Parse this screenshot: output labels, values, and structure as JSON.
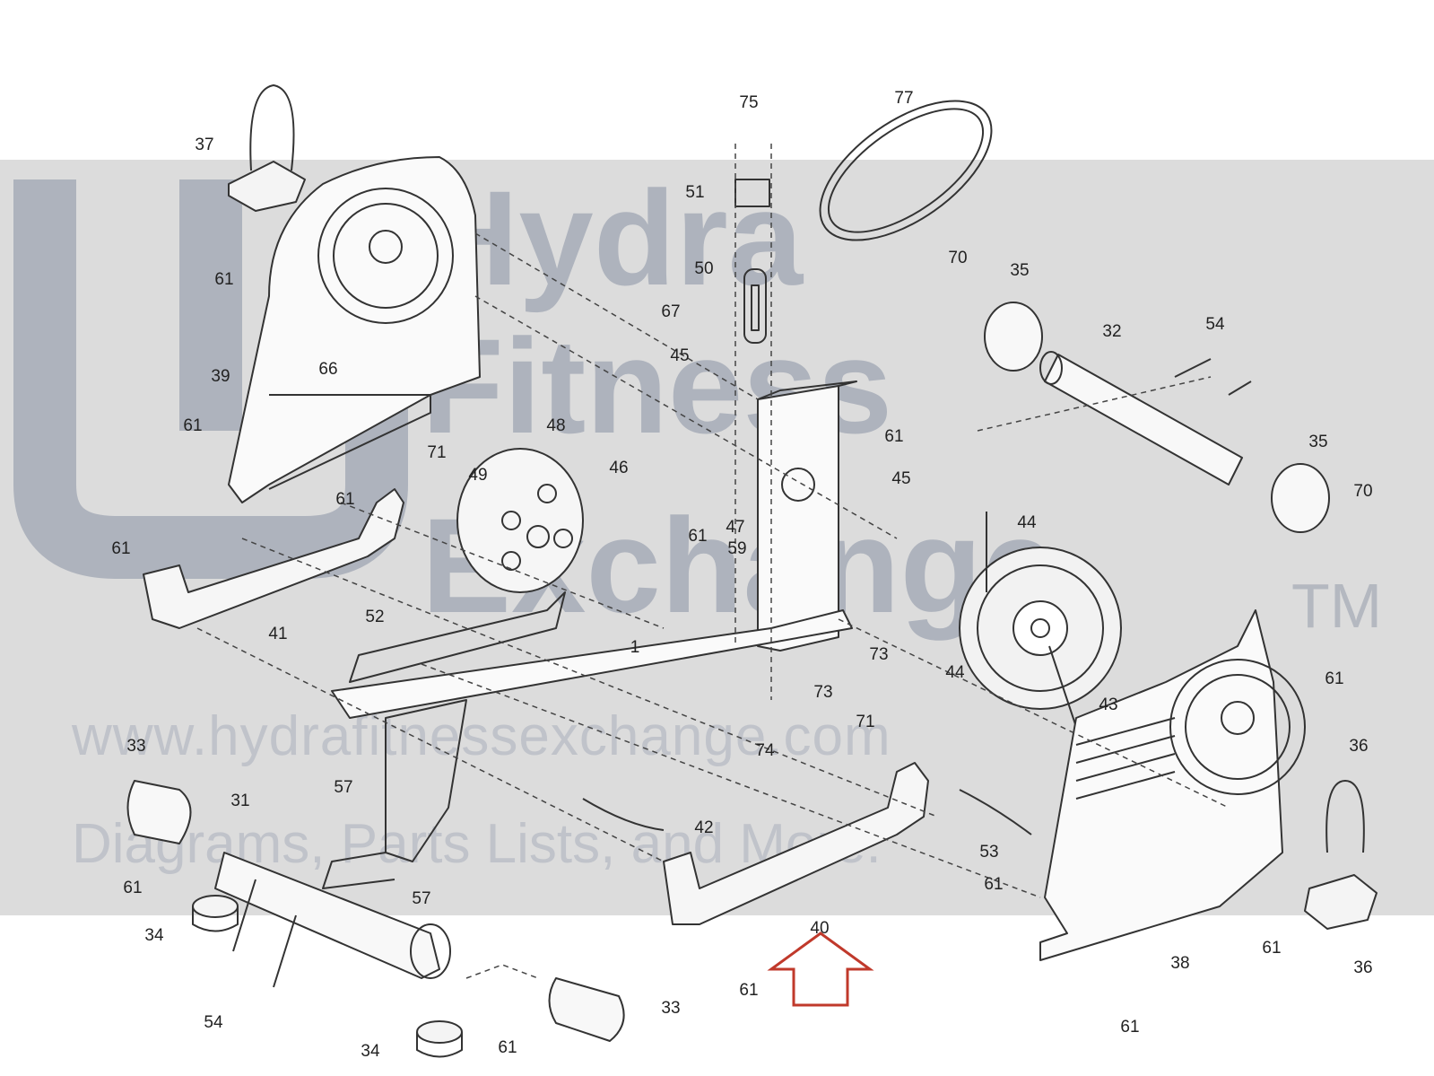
{
  "watermark": {
    "line1": "Hydra",
    "line2": "Fitness",
    "line3": "Exchange",
    "trademark": "TM",
    "url": "www.hydrafitnessexchange.com",
    "tagline": "Diagrams, Parts Lists, and More."
  },
  "colors": {
    "line": "#333333",
    "watermark_band": "#d6d6d6",
    "arrow": "#c0392b"
  },
  "highlight": {
    "part": "40",
    "icon": "up-arrow-icon"
  },
  "callouts": [
    {
      "id": "c37",
      "label": "37"
    },
    {
      "id": "c75",
      "label": "75"
    },
    {
      "id": "c77",
      "label": "77"
    },
    {
      "id": "c51",
      "label": "51"
    },
    {
      "id": "c50",
      "label": "50"
    },
    {
      "id": "c67",
      "label": "67"
    },
    {
      "id": "c70a",
      "label": "70"
    },
    {
      "id": "c35a",
      "label": "35"
    },
    {
      "id": "c32",
      "label": "32"
    },
    {
      "id": "c54a",
      "label": "54"
    },
    {
      "id": "c61a",
      "label": "61"
    },
    {
      "id": "c66",
      "label": "66"
    },
    {
      "id": "c39",
      "label": "39"
    },
    {
      "id": "c45a",
      "label": "45"
    },
    {
      "id": "c61b",
      "label": "61"
    },
    {
      "id": "c71a",
      "label": "71"
    },
    {
      "id": "c48",
      "label": "48"
    },
    {
      "id": "c49",
      "label": "49"
    },
    {
      "id": "c46",
      "label": "46"
    },
    {
      "id": "c61c",
      "label": "61"
    },
    {
      "id": "c35b",
      "label": "35"
    },
    {
      "id": "c45b",
      "label": "45"
    },
    {
      "id": "c61d",
      "label": "61"
    },
    {
      "id": "c70b",
      "label": "70"
    },
    {
      "id": "c61e",
      "label": "61"
    },
    {
      "id": "c47",
      "label": "47"
    },
    {
      "id": "c61f",
      "label": "61"
    },
    {
      "id": "c44a",
      "label": "44"
    },
    {
      "id": "c59",
      "label": "59"
    },
    {
      "id": "c52",
      "label": "52"
    },
    {
      "id": "c41",
      "label": "41"
    },
    {
      "id": "c1",
      "label": "1"
    },
    {
      "id": "c73a",
      "label": "73"
    },
    {
      "id": "c44b",
      "label": "44"
    },
    {
      "id": "c61g",
      "label": "61"
    },
    {
      "id": "c73b",
      "label": "73"
    },
    {
      "id": "c71b",
      "label": "71"
    },
    {
      "id": "c43",
      "label": "43"
    },
    {
      "id": "c74",
      "label": "74"
    },
    {
      "id": "c33a",
      "label": "33"
    },
    {
      "id": "c36a",
      "label": "36"
    },
    {
      "id": "c31",
      "label": "31"
    },
    {
      "id": "c57a",
      "label": "57"
    },
    {
      "id": "c42",
      "label": "42"
    },
    {
      "id": "c53",
      "label": "53"
    },
    {
      "id": "c61h",
      "label": "61"
    },
    {
      "id": "c57b",
      "label": "57"
    },
    {
      "id": "c61i",
      "label": "61"
    },
    {
      "id": "c34a",
      "label": "34"
    },
    {
      "id": "c40",
      "label": "40"
    },
    {
      "id": "c61j",
      "label": "61"
    },
    {
      "id": "c38",
      "label": "38"
    },
    {
      "id": "c61k",
      "label": "61"
    },
    {
      "id": "c36b",
      "label": "36"
    },
    {
      "id": "c54b",
      "label": "54"
    },
    {
      "id": "c33b",
      "label": "33"
    },
    {
      "id": "c61l",
      "label": "61"
    },
    {
      "id": "c34b",
      "label": "34"
    },
    {
      "id": "c61m",
      "label": "61"
    }
  ]
}
